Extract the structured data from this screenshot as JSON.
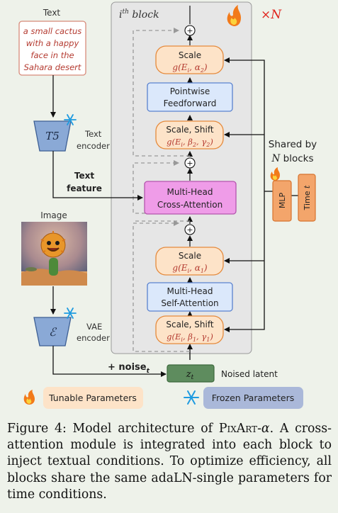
{
  "text_input": {
    "header": "Text",
    "prompt_lines": [
      "a small cactus",
      "with a happy",
      "face in the",
      "Sahara desert"
    ]
  },
  "text_encoder": {
    "symbol": "T5",
    "label_lines": [
      "Text",
      "encoder"
    ]
  },
  "text_feature": {
    "label_lines": [
      "Text",
      "feature"
    ]
  },
  "image_input": {
    "header": "Image"
  },
  "vae_encoder": {
    "symbol": "ℰ",
    "label_lines": [
      "VAE",
      "encoder"
    ]
  },
  "noise_label": "+ noise",
  "noise_subscript": "t",
  "latent": {
    "symbol": "z",
    "subscript": "t",
    "label": "Noised latent"
  },
  "block": {
    "title_i": "i",
    "title_sup": "th",
    "title_rest": " block",
    "repeat": "×N"
  },
  "modules": {
    "scale_top": {
      "line1": "Scale",
      "line2": "g(E",
      "sub": "i",
      "tail": ", α",
      "tail_sub": "2",
      "close": ")"
    },
    "pointwise_ff": {
      "line1": "Pointwise",
      "line2": "Feedforward"
    },
    "scale_shift_2": {
      "line1": "Scale, Shift",
      "line2": "g(E",
      "sub": "i",
      "mid": ", β",
      "mid_sub": "2",
      "tail": ", γ",
      "tail_sub": "2",
      "close": ")"
    },
    "cross_attn": {
      "line1": "Multi-Head",
      "line2": "Cross-Attention"
    },
    "scale_mid": {
      "line1": "Scale",
      "line2": "g(E",
      "sub": "i",
      "tail": ", α",
      "tail_sub": "1",
      "close": ")"
    },
    "self_attn": {
      "line1": "Multi-Head",
      "line2": "Self-Attention"
    },
    "scale_shift_1": {
      "line1": "Scale, Shift",
      "line2": "g(E",
      "sub": "i",
      "mid": ", β",
      "mid_sub": "1",
      "tail": ", γ",
      "tail_sub": "1",
      "close": ")"
    }
  },
  "shared": {
    "line1": "Shared by",
    "line2_n": "N",
    "line2_rest": " blocks",
    "mlp": "MLP",
    "time": "Time ",
    "time_var": "t"
  },
  "legend": {
    "tunable": "Tunable Parameters",
    "frozen": "Frozen Parameters"
  },
  "caption": {
    "prefix": "Figure 4: Model architecture of ",
    "model_name": "PixArt",
    "model_suffix": "-α",
    "rest": ". A cross-attention module is integrated into each block to inject textual conditions. To optimize efficiency, all blocks share the same adaLN-single parameters for time conditions."
  },
  "colors": {
    "background": "#eef2ea",
    "orange_fill": "#fde3c8",
    "orange_stroke": "#e58a3c",
    "blue_fill": "#dbe8fb",
    "blue_stroke": "#5a82cf",
    "pink_fill": "#ef9ce8",
    "pink_stroke": "#b455ad",
    "latent_fill": "#5e8c5e",
    "block_fill": "#e7e7e7",
    "text_red": "#b43a30",
    "repeat_red": "#e0221b"
  }
}
